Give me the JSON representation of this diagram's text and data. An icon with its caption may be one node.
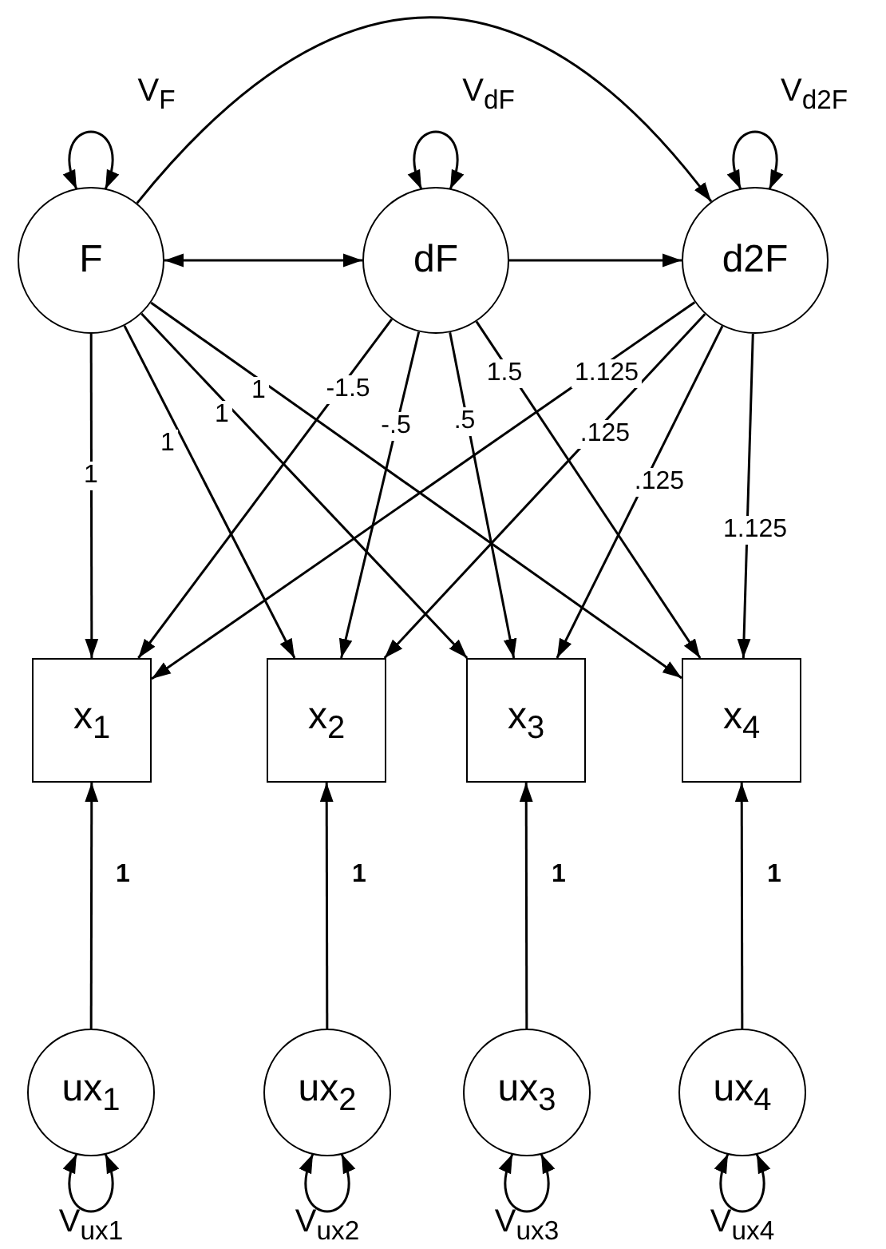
{
  "diagram": {
    "nodes": [
      {
        "text": [
          "F"
        ]
      },
      {
        "text": [
          "dF"
        ]
      },
      {
        "text": [
          "d2F"
        ]
      },
      {
        "text": [
          "x$_{1}$"
        ]
      },
      {
        "text": [
          "x$_{2}$"
        ]
      },
      {
        "text": [
          "x$_{3}$"
        ]
      },
      {
        "text": [
          "x$_{4}$"
        ]
      },
      {
        "text": [
          "ux$_{1}$"
        ]
      },
      {
        "text": [
          "ux$_{2}$"
        ]
      },
      {
        "text": [
          "ux$_{3}$"
        ]
      },
      {
        "text": [
          "ux$_{4}$"
        ]
      }
    ],
    "edges": [
      {
        "from": 0,
        "to": 0,
        "arrow": "both",
        "label": "V$_{F}$"
      },
      {
        "from": 1,
        "to": 1,
        "arrow": "both",
        "label": "V$_{dF}$"
      },
      {
        "from": 2,
        "to": 2,
        "arrow": "both",
        "label": "V$_{d2F}$"
      },
      {
        "from": 0,
        "to": 2,
        "arrow": "to"
      },
      {
        "from": 0,
        "to": 1,
        "arrow": "both"
      },
      {
        "from": 1,
        "to": 2,
        "arrow": "to"
      },
      {
        "from": 0,
        "to": 3,
        "arrow": "to",
        "label": "1"
      },
      {
        "from": 0,
        "to": 4,
        "arrow": "to",
        "label": "1"
      },
      {
        "from": 0,
        "to": 5,
        "arrow": "to",
        "label": "1"
      },
      {
        "from": 0,
        "to": 6,
        "arrow": "to",
        "label": "1"
      },
      {
        "from": 1,
        "to": 3,
        "arrow": "to",
        "label": "-1.5"
      },
      {
        "from": 1,
        "to": 4,
        "arrow": "to",
        "label": "-.5"
      },
      {
        "from": 1,
        "to": 5,
        "arrow": "to",
        "label": ".5"
      },
      {
        "from": 1,
        "to": 6,
        "arrow": "to",
        "label": "1.5"
      },
      {
        "from": 2,
        "to": 3,
        "arrow": "to",
        "label": "1.125"
      },
      {
        "from": 2,
        "to": 4,
        "arrow": "to",
        "label": ".125"
      },
      {
        "from": 2,
        "to": 5,
        "arrow": "to",
        "label": ".125"
      },
      {
        "from": 2,
        "to": 6,
        "arrow": "to",
        "label": "1.125"
      },
      {
        "from": 7,
        "to": 3,
        "arrow": "to",
        "label": "1"
      },
      {
        "from": 8,
        "to": 4,
        "arrow": "to",
        "label": "1"
      },
      {
        "from": 9,
        "to": 5,
        "arrow": "to",
        "label": "1"
      },
      {
        "from": 10,
        "to": 6,
        "arrow": "to",
        "label": "1"
      },
      {
        "from": 7,
        "to": 7,
        "arrow": "both",
        "label": "V$_{ux1}$"
      },
      {
        "from": 8,
        "to": 8,
        "arrow": "both",
        "label": "V$_{ux2}$"
      },
      {
        "from": 9,
        "to": 9,
        "arrow": "both",
        "label": "V$_{ux3}$"
      },
      {
        "from": 10,
        "to": 10,
        "arrow": "both",
        "label": "V$_{ux4}$"
      }
    ]
  }
}
